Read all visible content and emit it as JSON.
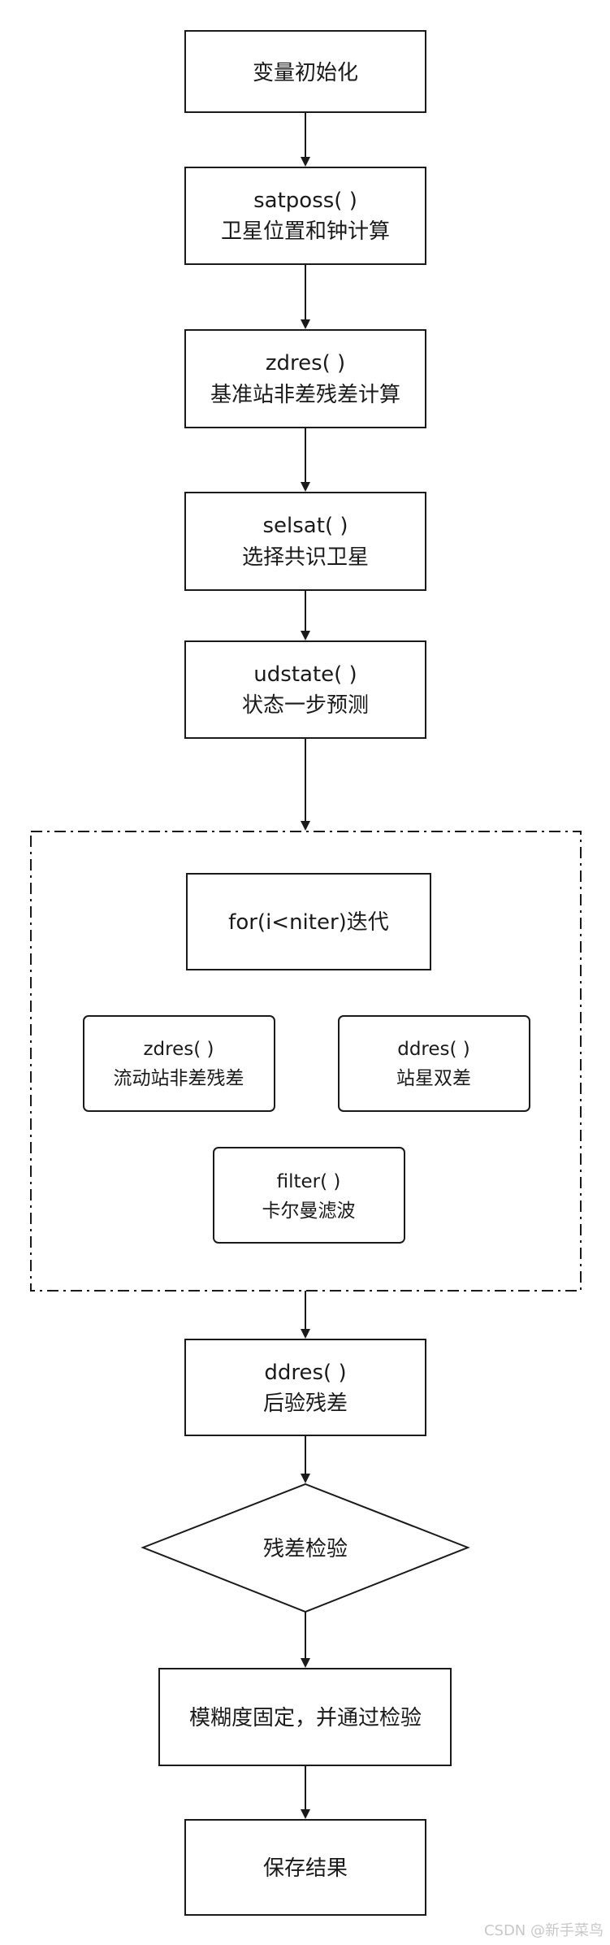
{
  "flowchart": {
    "init": {
      "line1": "变量初始化"
    },
    "satposs": {
      "line1": "satposs( )",
      "line2": "卫星位置和钟计算"
    },
    "zdres_base": {
      "line1": "zdres( )",
      "line2": "基准站非差残差计算"
    },
    "selsat": {
      "line1": "selsat( )",
      "line2": "选择共识卫星"
    },
    "udstate": {
      "line1": "udstate( )",
      "line2": "状态一步预测"
    },
    "iteration_group": {
      "loop": {
        "line1": "for(i<niter)迭代"
      },
      "zdres_rover": {
        "line1": "zdres( )",
        "line2": "流动站非差残差"
      },
      "ddres": {
        "line1": "ddres( )",
        "line2": "站星双差"
      },
      "filter": {
        "line1": "filter( )",
        "line2": "卡尔曼滤波"
      }
    },
    "ddres_post": {
      "line1": "ddres( )",
      "line2": "后验残差"
    },
    "residual_check": {
      "line1": "残差检验"
    },
    "ambiguity": {
      "line1": "模糊度固定，并通过检验"
    },
    "save": {
      "line1": "保存结果"
    }
  },
  "watermark": "CSDN @新手菜鸟"
}
